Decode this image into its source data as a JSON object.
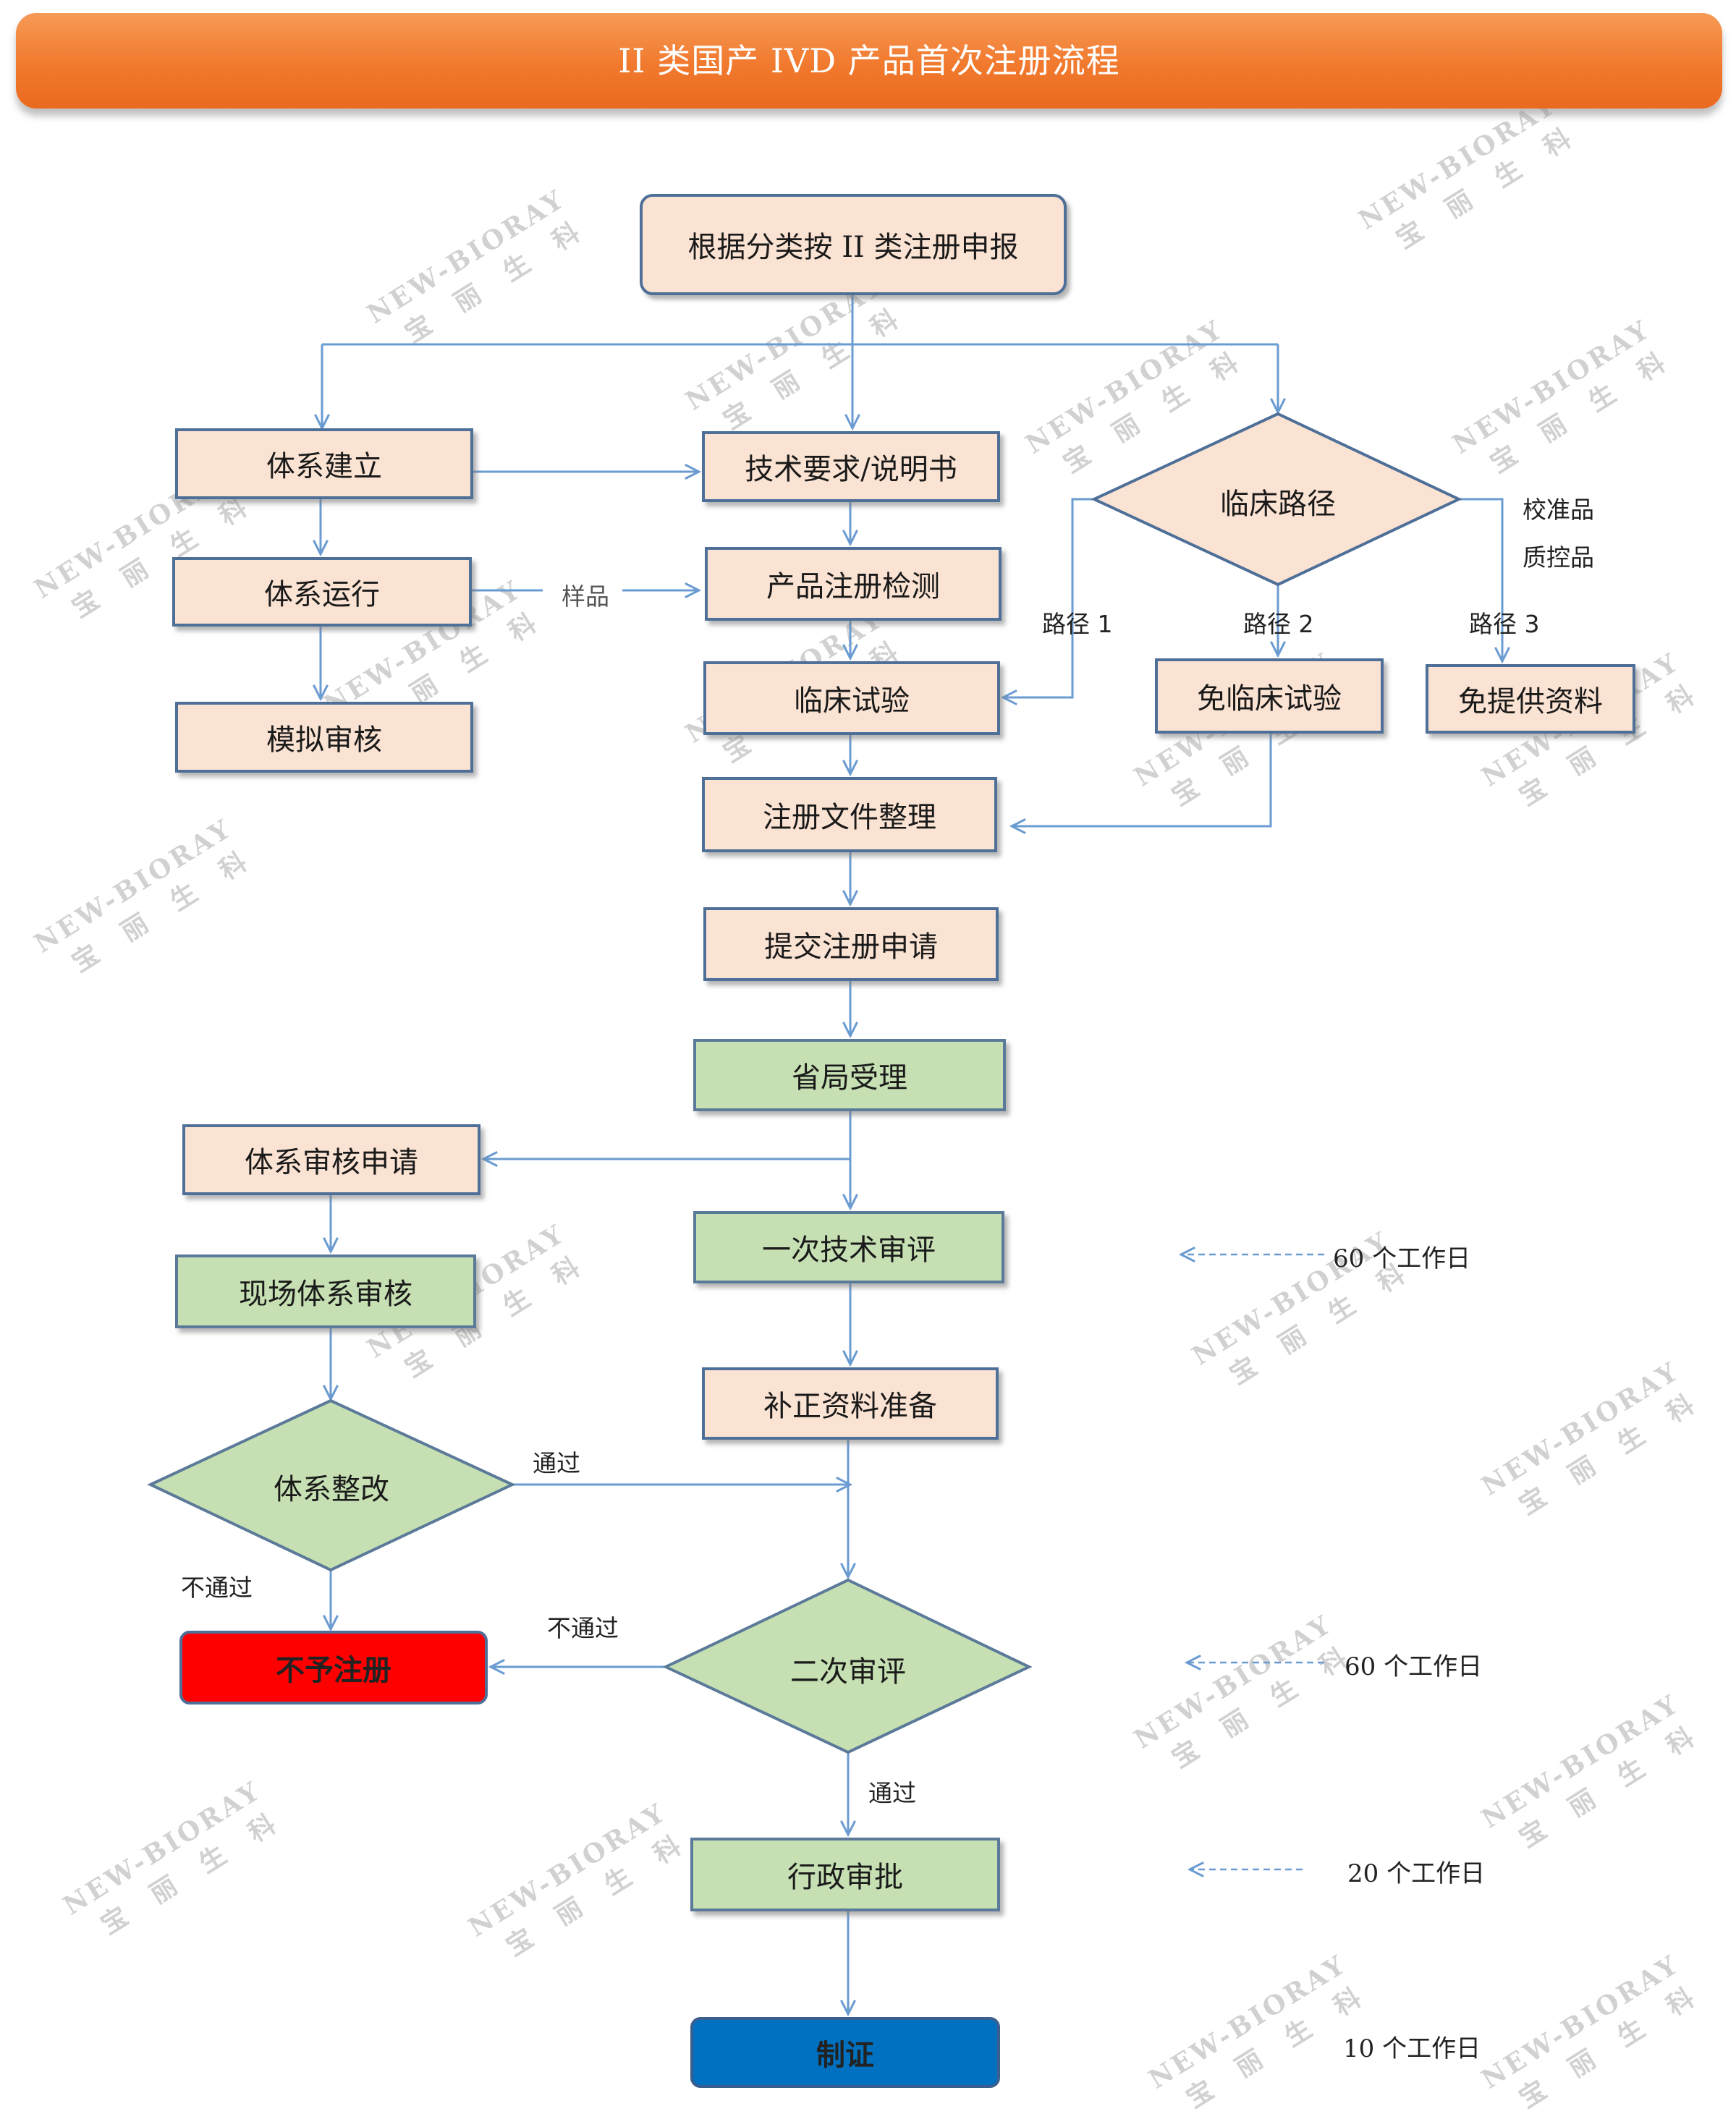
{
  "banner": {
    "title": "II 类国产 IVD 产品首次注册流程"
  },
  "watermark": {
    "line1": "NEW-BIORAY",
    "line2": "宝丽生科"
  },
  "nodes": {
    "start": "根据分类按 II 类注册申报",
    "system_build": "体系建立",
    "system_run": "体系运行",
    "mock_audit": "模拟审核",
    "tech_req": "技术要求/说明书",
    "reg_test": "产品注册检测",
    "clinical_trial": "临床试验",
    "clinical_path": "临床路径",
    "exempt_trial": "免临床试验",
    "exempt_docs": "免提供资料",
    "doc_prep": "注册文件整理",
    "submit": "提交注册申请",
    "provincial": "省局受理",
    "audit_apply": "体系审核申请",
    "onsite_audit": "现场体系审核",
    "first_review": "一次技术审评",
    "supplement": "补正资料准备",
    "rectify": "体系整改",
    "reject": "不予注册",
    "second_review": "二次审评",
    "admin_approval": "行政审批",
    "certificate": "制证"
  },
  "labels": {
    "sample": "样品",
    "path1": "路径 1",
    "path2": "路径 2",
    "path3": "路径 3",
    "calibrator": "校准品",
    "qc": "质控品",
    "pass1": "通过",
    "fail1": "不通过",
    "fail2": "不通过",
    "pass2": "通过"
  },
  "timeline": [
    {
      "days": "60 个工作日"
    },
    {
      "days": "60 个工作日"
    },
    {
      "days": "20 个工作日"
    },
    {
      "days": "10 个工作日"
    }
  ],
  "colors": {
    "banner": "#f1792d",
    "peach": "#fbe3d3",
    "green": "#c6e0b3",
    "reject": "#ff0000",
    "certificate": "#0070c0",
    "connector": "#6a9bd1"
  }
}
